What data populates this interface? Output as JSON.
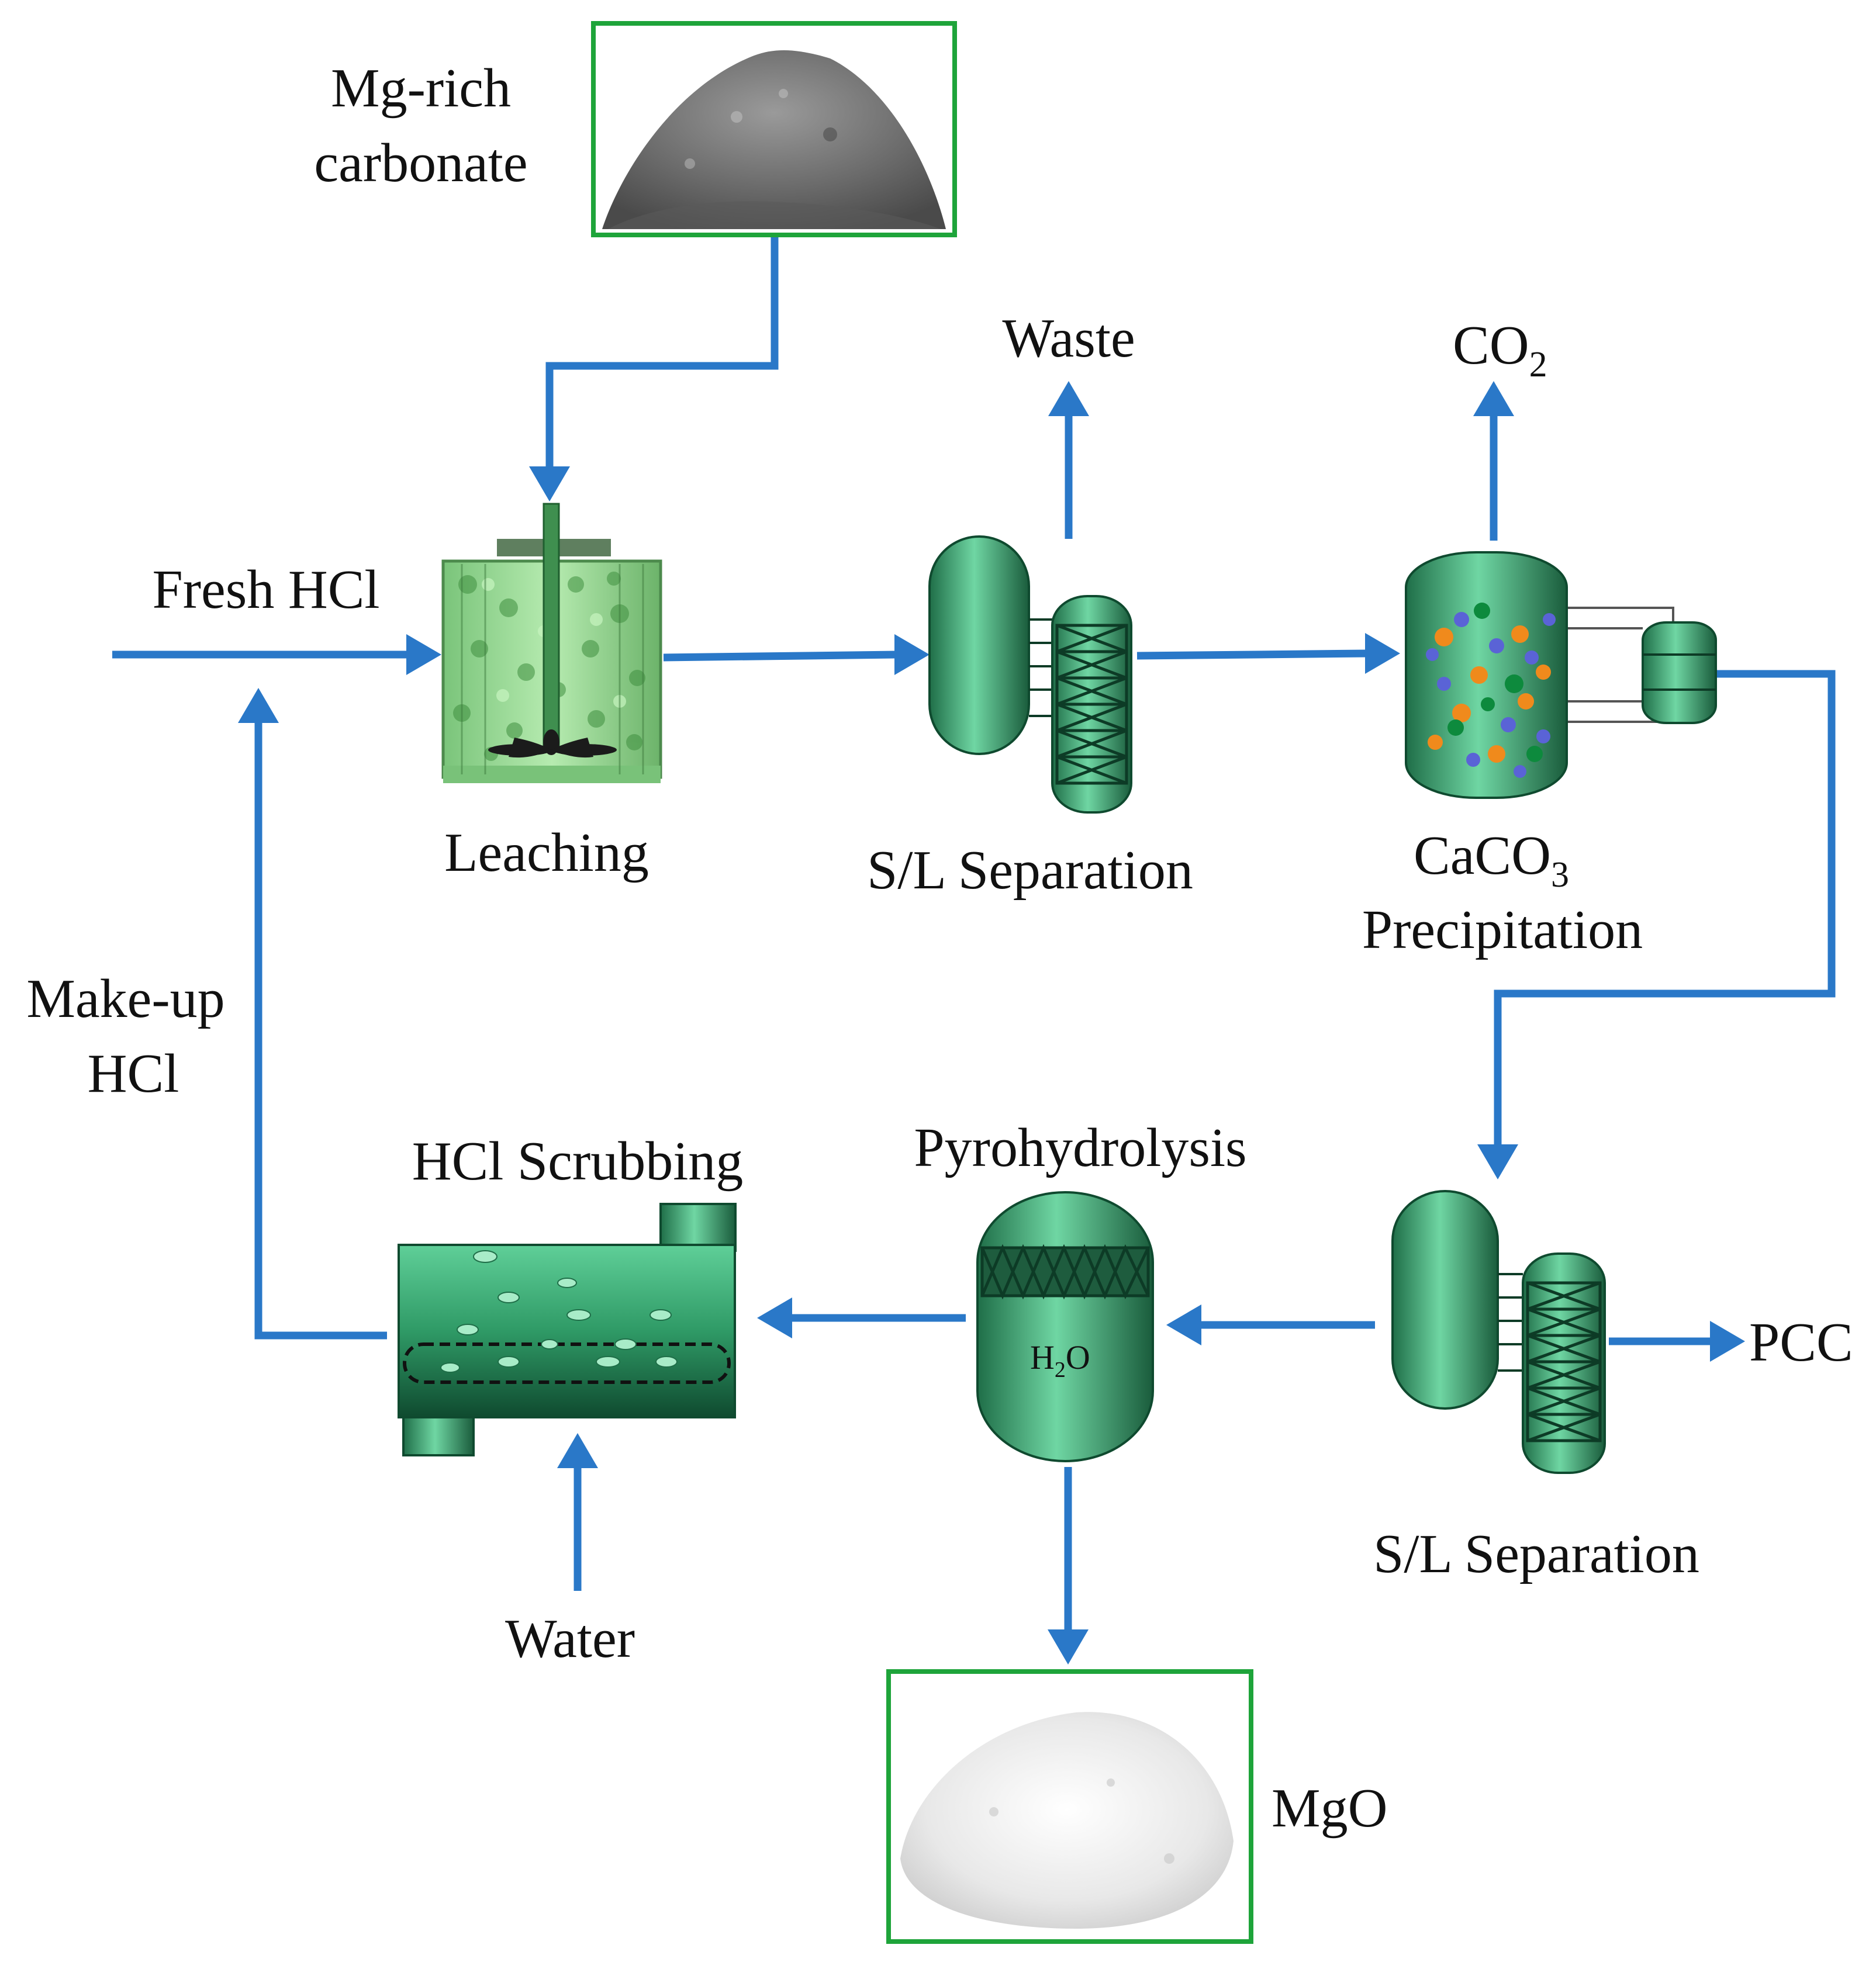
{
  "labels": {
    "feed": [
      "Mg-rich",
      "carbonate"
    ],
    "fresh_hcl": "Fresh HCl",
    "leaching": "Leaching",
    "waste": "Waste",
    "co2_main": "CO",
    "co2_sub": "2",
    "sl_separation_1": "S/L Separation",
    "precip_line1_main": "CaCO",
    "precip_line1_sub": "3",
    "precip_line2": "Precipitation",
    "makeup": [
      "Make-up",
      "HCl"
    ],
    "hcl_scrubbing": "HCl Scrubbing",
    "pyrohydrolysis": "Pyrohydrolysis",
    "water_in_reactor_main": "H",
    "water_in_reactor_sub": "2",
    "water_in_reactor_tail": "O",
    "pcc": "PCC",
    "sl_separation_2": "S/L Separation",
    "water": "Water",
    "mgo": "MgO"
  },
  "colors": {
    "flow": "#2a78c8",
    "frame": "#1ea43a",
    "equipment": "#2fa06a",
    "equipment_dark": "#0d3b26"
  },
  "icons": {
    "feed_image": "grey-powder-pile",
    "product_image": "white-powder-pile"
  }
}
